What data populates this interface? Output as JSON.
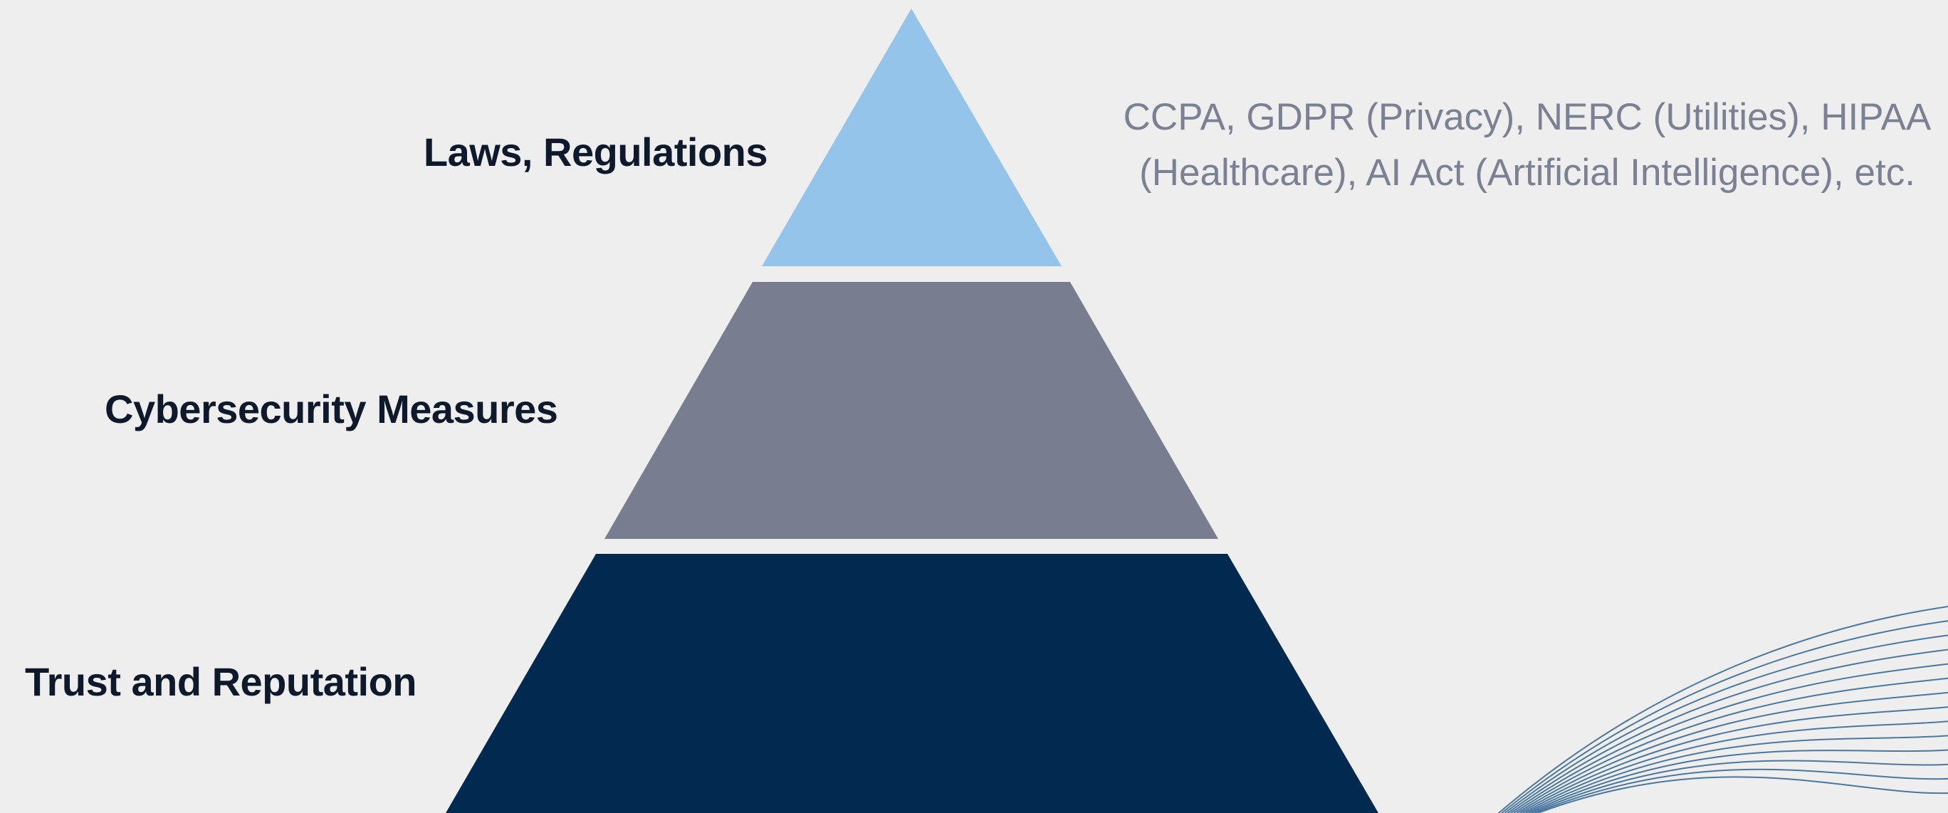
{
  "pyramid": {
    "tiers": [
      {
        "label": "Laws, Regulations",
        "color": "#95c4ea"
      },
      {
        "label": "Cybersecurity Measures",
        "color": "#787e8f"
      },
      {
        "label": "Trust and Reputation",
        "color": "#022a50"
      }
    ]
  },
  "annotation": {
    "lines": [
      "CCPA, GDPR (Privacy), NERC (Utilities), HIPAA",
      "(Healthcare), AI Act (Artificial Intelligence), etc."
    ],
    "color": "#7a8193"
  },
  "decoration": {
    "line_color": "#4a77a0"
  }
}
